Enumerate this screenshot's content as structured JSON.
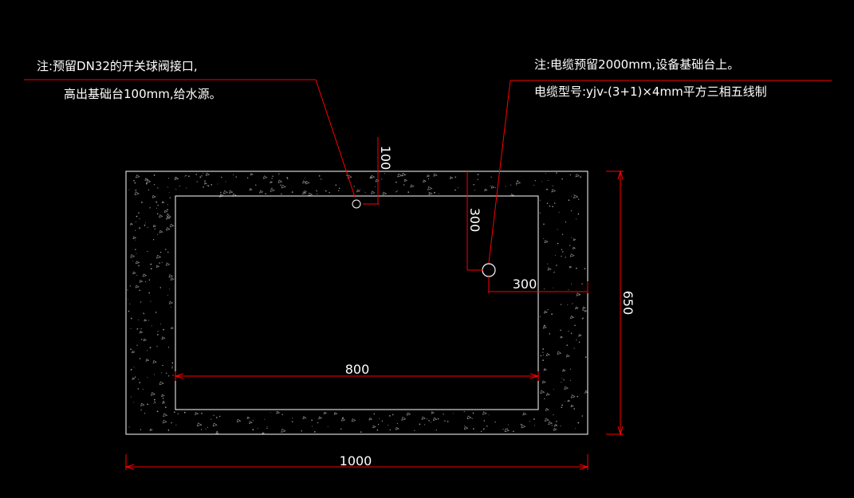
{
  "notes": {
    "water": {
      "line1": "注:预留DN32的开关球阀接口,",
      "line2": "高出基础台100mm,给水源。"
    },
    "cable": {
      "line1": "注:电缆预留2000mm,设备基础台上。",
      "line2": "电缆型号:yjv-(3+1)×4mm平方三相五线制"
    }
  },
  "dimensions": {
    "width_outer": "1000",
    "width_inner": "800",
    "height_outer": "650",
    "pipe_height": "100",
    "cable_offset_y": "300",
    "cable_offset_x": "300"
  },
  "colors": {
    "background": "#000000",
    "outline": "#ffffff",
    "dimension_line": "#ff0000",
    "hatch": "#9a9a9a"
  }
}
